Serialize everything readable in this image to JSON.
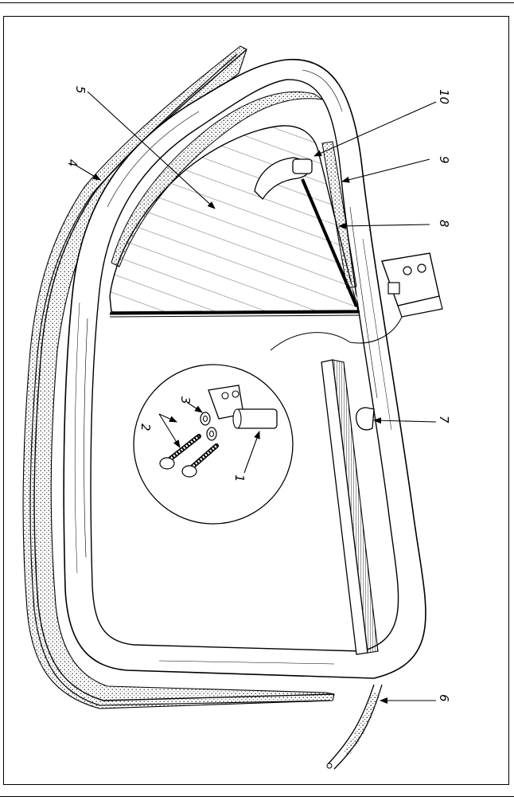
{
  "figure": {
    "callouts": [
      {
        "id": "1",
        "label": "1"
      },
      {
        "id": "2",
        "label": "2"
      },
      {
        "id": "3",
        "label": "3"
      },
      {
        "id": "4",
        "label": "4"
      },
      {
        "id": "5",
        "label": "5"
      },
      {
        "id": "6",
        "label": "6"
      },
      {
        "id": "7",
        "label": "7"
      },
      {
        "id": "8",
        "label": "8"
      },
      {
        "id": "9",
        "label": "9"
      },
      {
        "id": "10",
        "label": "10"
      }
    ]
  },
  "colors": {
    "ink": "#000000",
    "paper": "#ffffff",
    "stipple": "#333333"
  }
}
